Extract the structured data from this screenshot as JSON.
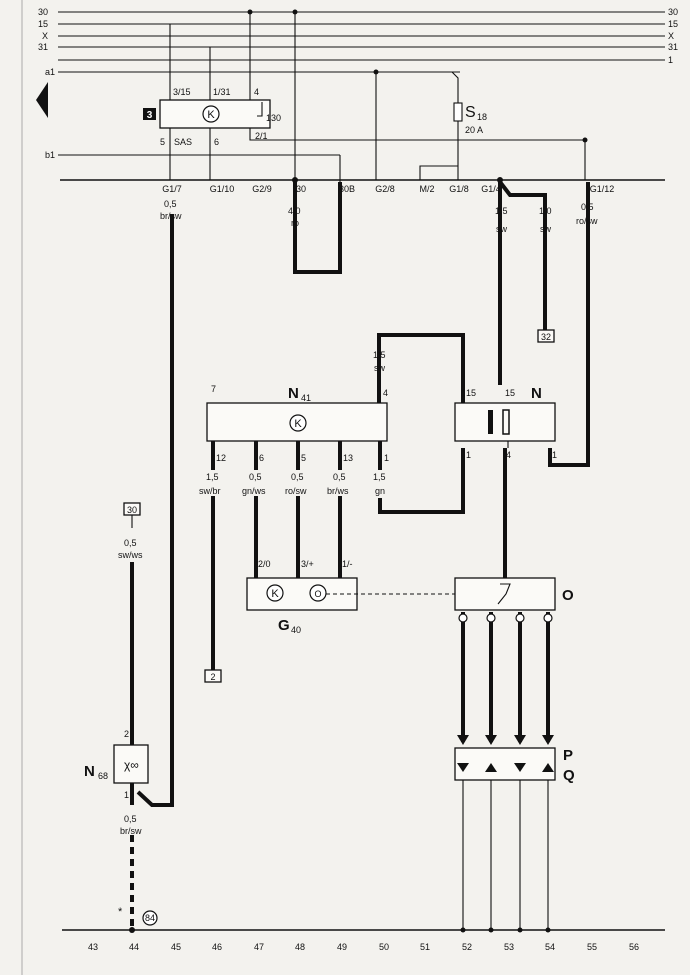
{
  "bus": {
    "left": [
      "30",
      "15",
      "X",
      "31",
      "a1",
      "b1"
    ],
    "right": [
      "30",
      "15",
      "X",
      "31",
      "1"
    ]
  },
  "relay_s3": {
    "tag": "3",
    "symbol": "K",
    "pins": {
      "p315": "3/15",
      "p131": "1/31",
      "p4": "4",
      "p130": "130",
      "p21": "2/1",
      "p5": "5",
      "sas": "SAS",
      "p6": "6"
    }
  },
  "fuse": {
    "name": "S",
    "sub": "18",
    "rating": "20 A"
  },
  "connectors": [
    "G1/7",
    "G1/10",
    "G2/9",
    "30",
    "30B",
    "G2/8",
    "M/2",
    "G1/8",
    "G1/4",
    "G1/12"
  ],
  "wires": {
    "w1": {
      "size": "0,5",
      "color": "br/sw"
    },
    "w2": {
      "size": "4,0",
      "color": "ro"
    },
    "w3": {
      "size": "1,5",
      "color": "sw"
    },
    "w4": {
      "size": "1,0",
      "color": "sw"
    },
    "w5": {
      "size": "0,5",
      "color": "ro/sw"
    },
    "w6": {
      "size": "1,5",
      "color": "sw"
    },
    "w7": {
      "size": "1,5",
      "color": "sw/br"
    },
    "w8": {
      "size": "0,5",
      "color": "gn/ws"
    },
    "w9": {
      "size": "0,5",
      "color": "ro/sw"
    },
    "w10": {
      "size": "0,5",
      "color": "br/ws"
    },
    "w11": {
      "size": "1,5",
      "color": "gn"
    },
    "w12": {
      "size": "0,5",
      "color": "sw/ws"
    },
    "w13": {
      "size": "0,5",
      "color": "br/sw"
    }
  },
  "refs": {
    "r32": "32",
    "r30": "30",
    "r2": "2",
    "r84": "84",
    "star": "*"
  },
  "n41": {
    "name": "N",
    "sub": "41",
    "symbol": "K",
    "pin7": "7",
    "pin4": "4",
    "pins": [
      "12",
      "6",
      "5",
      "13",
      "1"
    ]
  },
  "n": {
    "name": "N",
    "pins": {
      "p15a": "15",
      "p15b": "15",
      "p1a": "1",
      "p4": "4",
      "p1b": "1"
    }
  },
  "g40": {
    "name": "G",
    "sub": "40",
    "k": "K",
    "o": "O",
    "pins": [
      "2/0",
      "3/+",
      "1/-"
    ]
  },
  "o": {
    "name": "O"
  },
  "pq": {
    "p": "P",
    "q": "Q"
  },
  "n68": {
    "name": "N",
    "sub": "68",
    "pin2": "2",
    "pin1": "1"
  },
  "scale": [
    "43",
    "44",
    "45",
    "46",
    "47",
    "48",
    "49",
    "50",
    "51",
    "52",
    "53",
    "54",
    "55",
    "56"
  ]
}
